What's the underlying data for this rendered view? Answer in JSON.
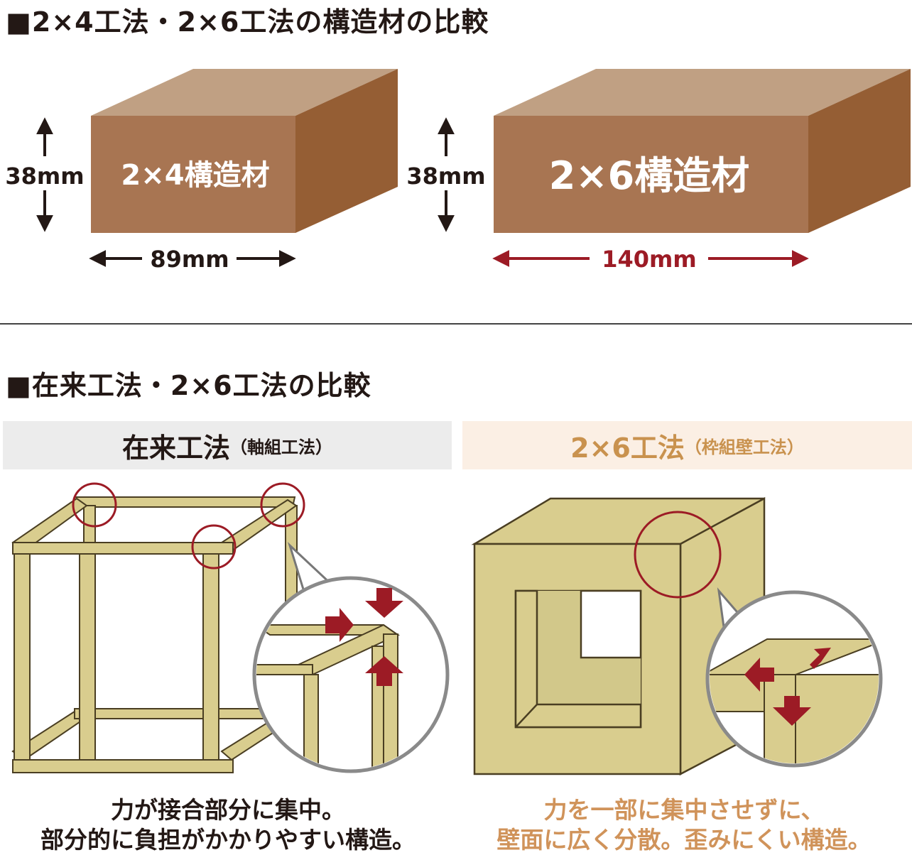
{
  "section1": {
    "title": "■2×4工法・2×6工法の構造材の比較",
    "block_2x4": {
      "label": "2×4構造材",
      "height_label": "38mm",
      "width_label": "89mm"
    },
    "block_2x6": {
      "label": "2×6構造材",
      "height_label": "38mm",
      "width_label": "140mm"
    }
  },
  "section2": {
    "title": "■在来工法・2×6工法の比較",
    "left": {
      "heading": "在来工法",
      "subheading": "（軸組工法）",
      "caption_line1": "力が接合部分に集中。",
      "caption_line2": "部分的に負担がかかりやすい構造。"
    },
    "right": {
      "heading": "2×6工法",
      "subheading": "（枠組壁工法）",
      "caption_line1": "力を一部に集中させずに、",
      "caption_line2": "壁面に広く分散。歪みにくい構造。"
    }
  },
  "colors": {
    "wood_front": "#a87552",
    "wood_top": "#c0a083",
    "wood_side": "#955e34",
    "timber": "#d9cd8e",
    "timber_outline": "#4a3e22",
    "accent_red": "#9c1b25",
    "accent_tan": "#c9924e"
  },
  "icons": [
    "up-arrow-icon",
    "down-arrow-icon",
    "left-arrow-icon",
    "right-arrow-icon",
    "force-arrow-icon",
    "focus-circle-icon"
  ]
}
